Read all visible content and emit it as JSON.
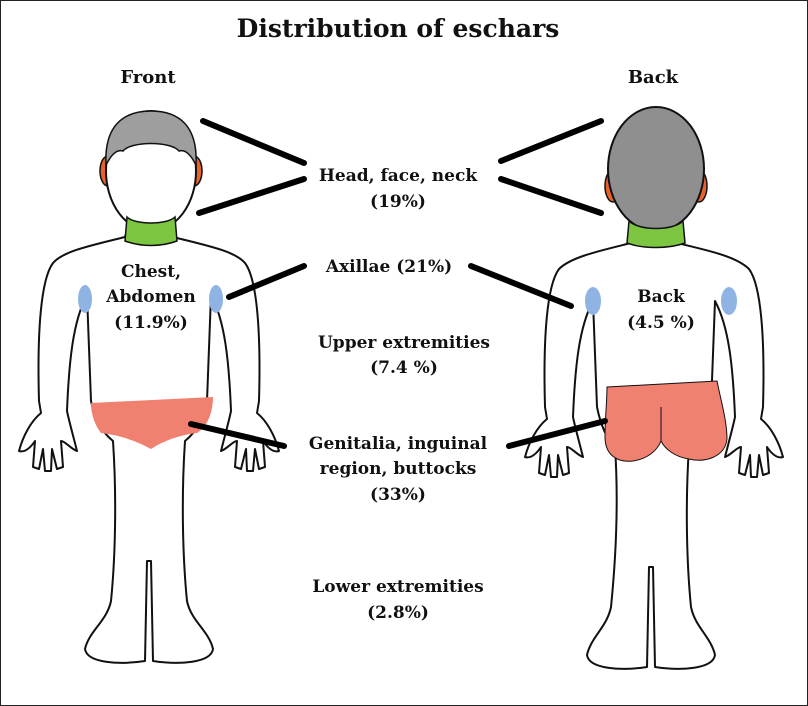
{
  "title": "Distribution of eschars",
  "views": {
    "front": "Front",
    "back": "Back"
  },
  "regions": {
    "head": {
      "line1": "Head, face, neck",
      "line2": "(19%)"
    },
    "axillae": {
      "line1": "Axillae (21%)"
    },
    "upper": {
      "line1": "Upper extremities",
      "line2": "(7.4 %)"
    },
    "genital": {
      "line1": "Genitalia, inguinal",
      "line2": "region, buttocks",
      "line3": "(33%)"
    },
    "lower": {
      "line1": "Lower extremities",
      "line2": "(2.8%)"
    },
    "chest": {
      "line1": "Chest,",
      "line2": "Abdomen",
      "line3": "(11.9%)"
    },
    "back": {
      "line1": "Back",
      "line2": "(4.5 %)"
    }
  },
  "colors": {
    "hair": "#9e9e9e",
    "head_back": "#8f8f8f",
    "ears": "#e8622c",
    "neck": "#7dc642",
    "axillae": "#8fb4e3",
    "genital": "#f08070",
    "outline": "#111111",
    "pointer": "#000000"
  }
}
